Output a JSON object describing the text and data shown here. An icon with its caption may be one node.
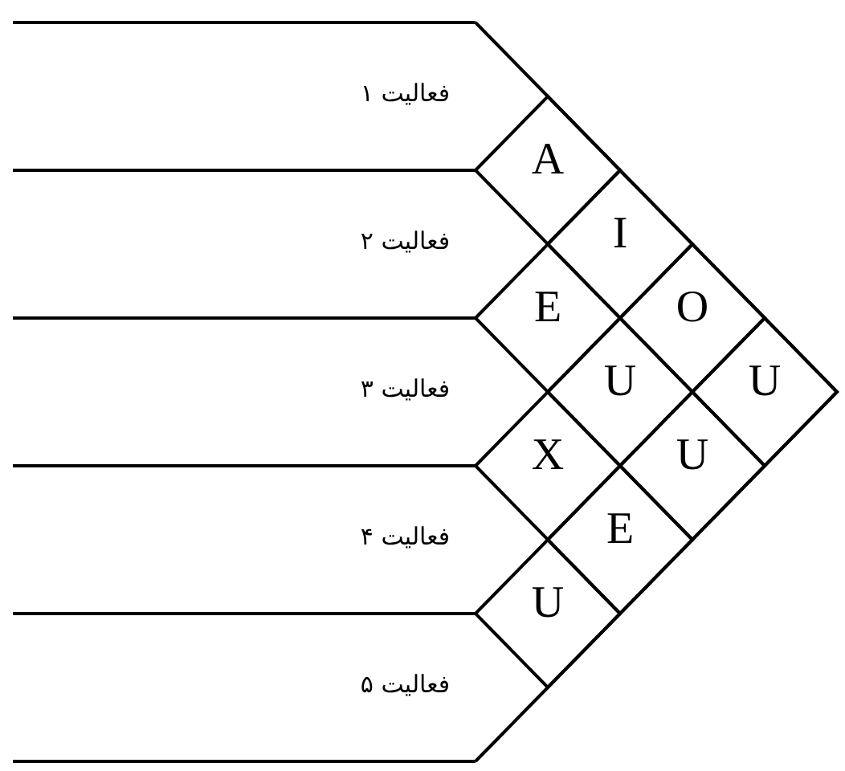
{
  "diagram": {
    "nodes": [
      {
        "text": [
          "فعالیت ۱"
        ]
      },
      {
        "text": [
          "فعالیت ۲"
        ]
      },
      {
        "text": [
          "فعالیت ۳"
        ]
      },
      {
        "text": [
          "فعالیت ۴"
        ]
      },
      {
        "text": [
          "فعالیت ۵"
        ]
      },
      {
        "text": [
          "A"
        ]
      },
      {
        "text": [
          "I"
        ]
      },
      {
        "text": [
          "E"
        ]
      },
      {
        "text": [
          "O"
        ]
      },
      {
        "text": [
          "U"
        ]
      },
      {
        "text": [
          "U"
        ]
      },
      {
        "text": [
          "X"
        ]
      },
      {
        "text": [
          "U"
        ]
      },
      {
        "text": [
          "E"
        ]
      },
      {
        "text": [
          "U"
        ]
      }
    ]
  }
}
